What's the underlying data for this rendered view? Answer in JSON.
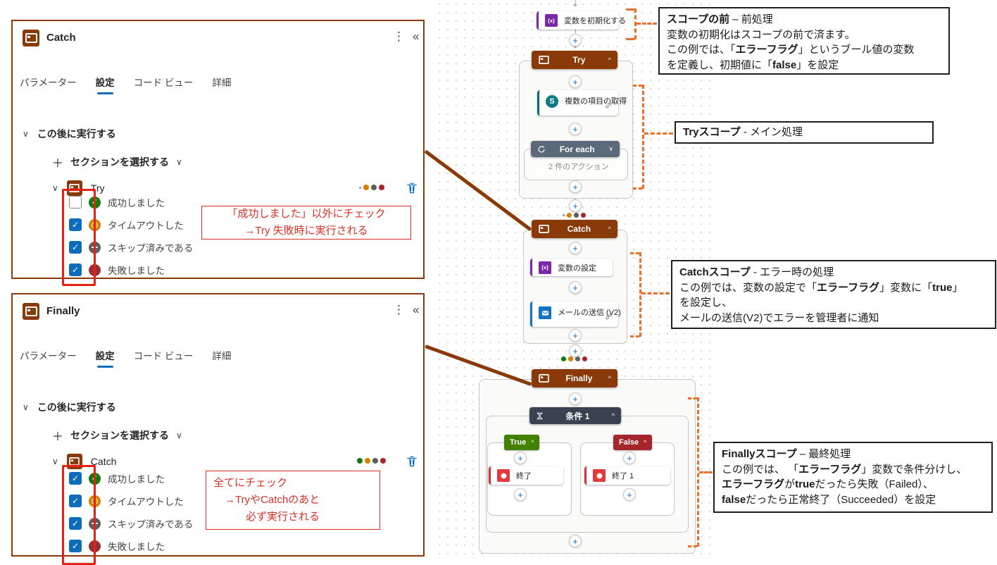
{
  "icons": {
    "plus": "+",
    "add": "＋",
    "chevron_down": "∨",
    "chevron_up": "^",
    "kebab": "⋮",
    "collapse": "«",
    "check": "✓",
    "fail_mark": "!",
    "sp_letter": "S",
    "var_glyph": "{x}"
  },
  "colors": {
    "brand_blue": "#0f6cbd",
    "scope_brown": "#8a3908",
    "foreach_slate": "#5b6a7a",
    "condition_dark": "#3a4150",
    "true_green": "#428000",
    "false_red": "#a4262c",
    "terminate_red": "#d13438",
    "variable_purple": "#7b28a8",
    "sharepoint_teal": "#036c70",
    "outlook_blue": "#1173c5",
    "success_green": "#107c10",
    "timeout_orange": "#d67f00",
    "skipped_gray": "#605e5c",
    "failed_dark_red": "#a4262c",
    "annotation_red": "#d93025",
    "bracket_orange": "#e8702a"
  },
  "panels": [
    {
      "title": "Catch",
      "tabs": [
        "パラメーター",
        "設定",
        "コード ビュー",
        "詳細"
      ],
      "active_tab": "設定",
      "run_after_label": "この後に実行する",
      "select_section_label": "セクションを選択する",
      "action": {
        "name": "Try",
        "run_after_dots": [
          "none",
          "timeout",
          "skipped",
          "failed"
        ],
        "statuses": [
          {
            "label": "成功しました",
            "type": "success",
            "checked": false
          },
          {
            "label": "タイムアウトした",
            "type": "timeout",
            "checked": true
          },
          {
            "label": "スキップ済みである",
            "type": "skipped",
            "checked": true
          },
          {
            "label": "失敗しました",
            "type": "failed",
            "checked": true
          }
        ]
      },
      "note": {
        "lines": [
          "「成功しました」以外にチェック",
          "→Try 失敗時に実行される"
        ]
      }
    },
    {
      "title": "Finally",
      "tabs": [
        "パラメーター",
        "設定",
        "コード ビュー",
        "詳細"
      ],
      "active_tab": "設定",
      "run_after_label": "この後に実行する",
      "select_section_label": "セクションを選択する",
      "action": {
        "name": "Catch",
        "run_after_dots": [
          "success",
          "timeout",
          "skipped",
          "failed"
        ],
        "statuses": [
          {
            "label": "成功しました",
            "type": "success",
            "checked": true
          },
          {
            "label": "タイムアウトした",
            "type": "timeout",
            "checked": true
          },
          {
            "label": "スキップ済みである",
            "type": "skipped",
            "checked": true
          },
          {
            "label": "失敗しました",
            "type": "failed",
            "checked": true
          }
        ]
      },
      "note": {
        "lines": [
          "全てにチェック",
          "→TryやCatchのあと",
          "必ず実行される"
        ]
      }
    }
  ],
  "flow": {
    "init_action": {
      "label": "変数を初期化する"
    },
    "try_scope": {
      "title": "Try",
      "run_after_dots": [
        "none",
        "timeout",
        "skipped",
        "failed"
      ]
    },
    "get_items_action": {
      "label": "複数の項目の取得"
    },
    "foreach": {
      "title": "For each",
      "summary": "2 件のアクション"
    },
    "catch_scope": {
      "title": "Catch",
      "run_after_dots": [
        "success",
        "timeout",
        "skipped",
        "failed"
      ]
    },
    "set_variable_action": {
      "label": "変数の設定"
    },
    "send_mail_action": {
      "label": "メールの送信 (V2)"
    },
    "finally_scope": {
      "title": "Finally"
    },
    "condition": {
      "title": "条件 1",
      "true_label": "True",
      "false_label": "False",
      "true_action": "終了",
      "false_action": "終了 1"
    }
  },
  "annotations": [
    {
      "lines": [
        [
          {
            "t": "スコープの前",
            "b": true
          },
          {
            "t": " – 前処理",
            "b": false
          }
        ],
        [
          {
            "t": "変数の初期化はスコープの前で済ます。",
            "b": false
          }
        ],
        [
          {
            "t": "この例では、「",
            "b": false
          },
          {
            "t": "エラーフラグ",
            "b": true
          },
          {
            "t": "」というブール値の変数",
            "b": false
          }
        ],
        [
          {
            "t": "を定義し、初期値に「",
            "b": false
          },
          {
            "t": "false",
            "b": true
          },
          {
            "t": "」を設定",
            "b": false
          }
        ]
      ]
    },
    {
      "lines": [
        [
          {
            "t": "Tryスコープ",
            "b": true
          },
          {
            "t": " - メイン処理",
            "b": false
          }
        ]
      ]
    },
    {
      "lines": [
        [
          {
            "t": "Catchスコープ",
            "b": true
          },
          {
            "t": " - エラー時の処理",
            "b": false
          }
        ],
        [
          {
            "t": "この例では、変数の設定で「",
            "b": false
          },
          {
            "t": "エラーフラグ",
            "b": true
          },
          {
            "t": "」変数に「",
            "b": false
          },
          {
            "t": "true",
            "b": true
          },
          {
            "t": "」",
            "b": false
          }
        ],
        [
          {
            "t": "を設定し、",
            "b": false
          }
        ],
        [
          {
            "t": "メールの送信(V2)でエラーを管理者に通知",
            "b": false
          }
        ]
      ]
    },
    {
      "lines": [
        [
          {
            "t": "Finallyスコープ",
            "b": true
          },
          {
            "t": " – 最終処理",
            "b": false
          }
        ],
        [
          {
            "t": "この例では、 「",
            "b": false
          },
          {
            "t": "エラーフラグ",
            "b": true
          },
          {
            "t": "」変数で条件分けし、",
            "b": false
          }
        ],
        [
          {
            "t": "エラーフラグ",
            "b": true
          },
          {
            "t": "が",
            "b": false
          },
          {
            "t": "true",
            "b": true
          },
          {
            "t": "だったら失敗（Failed）、",
            "b": false
          }
        ],
        [
          {
            "t": "false",
            "b": true
          },
          {
            "t": "だったら正常終了（Succeeded）を設定",
            "b": false
          }
        ]
      ]
    }
  ]
}
